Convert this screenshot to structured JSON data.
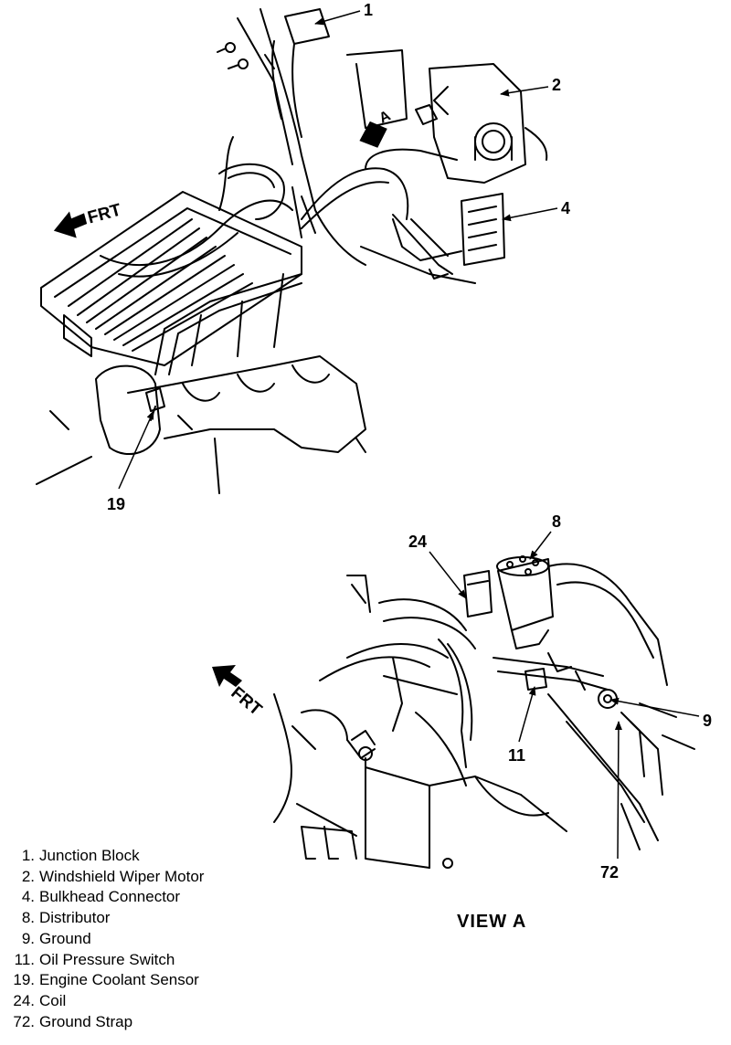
{
  "callouts": {
    "c1": "1",
    "c2": "2",
    "c4": "4",
    "c19": "19",
    "c24": "24",
    "c8": "8",
    "c9": "9",
    "c11": "11",
    "c72": "72"
  },
  "direction_labels": {
    "top": "FRT",
    "bottom": "FRT"
  },
  "view_marker": "A",
  "view_title": "VIEW A",
  "legend": [
    {
      "num": "1.",
      "label": "Junction Block"
    },
    {
      "num": "2.",
      "label": "Windshield Wiper Motor"
    },
    {
      "num": "4.",
      "label": "Bulkhead Connector"
    },
    {
      "num": "8.",
      "label": "Distributor"
    },
    {
      "num": "9.",
      "label": "Ground"
    },
    {
      "num": "11.",
      "label": "Oil Pressure Switch"
    },
    {
      "num": "19.",
      "label": "Engine Coolant Sensor"
    },
    {
      "num": "24.",
      "label": "Coil"
    },
    {
      "num": "72.",
      "label": "Ground Strap"
    }
  ]
}
